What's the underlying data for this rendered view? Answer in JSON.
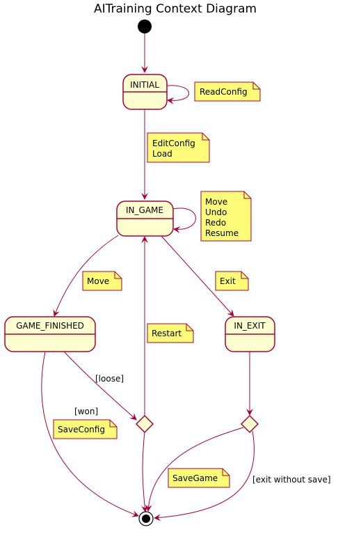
{
  "title": "AITraining Context Diagram",
  "colors": {
    "state_fill": "#FEFECE",
    "state_border": "#A80036",
    "note_fill": "#FBFB77",
    "note_border": "#A80036",
    "arrow": "#A80036",
    "start_dot": "#000000"
  },
  "states": {
    "initial": "INITIAL",
    "in_game": "IN_GAME",
    "game_finished": "GAME_FINISHED",
    "in_exit": "IN_EXIT"
  },
  "notes": {
    "read_config": [
      "ReadConfig"
    ],
    "edit_config": [
      "EditConfig",
      "Load"
    ],
    "in_game_actions": [
      "Move",
      "Undo",
      "Redo",
      "Resume"
    ],
    "move": [
      "Move"
    ],
    "exit": [
      "Exit"
    ],
    "restart": [
      "Restart"
    ],
    "save_config": [
      "SaveConfig"
    ],
    "save_game": [
      "SaveGame"
    ]
  },
  "transition_labels": {
    "loose": "[loose]",
    "won": "[won]",
    "exit_without_save": "[exit without save]"
  }
}
